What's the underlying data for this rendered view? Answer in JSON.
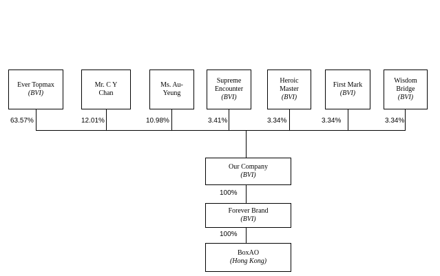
{
  "shareholders": [
    {
      "lines": [
        "Ever Topmax"
      ],
      "jurisdiction": "(BVI)",
      "percent": "63.57%"
    },
    {
      "lines": [
        "Mr. C Y",
        "Chan"
      ],
      "jurisdiction": "",
      "percent": "12.01%"
    },
    {
      "lines": [
        "Ms. Au-",
        "Yeung"
      ],
      "jurisdiction": "",
      "percent": "10.98%"
    },
    {
      "lines": [
        "Supreme",
        "Encounter"
      ],
      "jurisdiction": "(BVI)",
      "percent": "3.41%"
    },
    {
      "lines": [
        "Heroic",
        "Master"
      ],
      "jurisdiction": "(BVI)",
      "percent": "3.34%"
    },
    {
      "lines": [
        "First Mark"
      ],
      "jurisdiction": "(BVI)",
      "percent": "3.34%"
    },
    {
      "lines": [
        "Wisdom",
        "Bridge"
      ],
      "jurisdiction": "(BVI)",
      "percent": "3.34%"
    }
  ],
  "company": {
    "name": "Our Company",
    "jurisdiction": "(BVI)"
  },
  "subsidiary": {
    "name": "Forever Brand",
    "jurisdiction": "(BVI)",
    "percent": "100%"
  },
  "operating": {
    "name": "BoxAO",
    "jurisdiction": "(Hong Kong)",
    "percent": "100%"
  }
}
